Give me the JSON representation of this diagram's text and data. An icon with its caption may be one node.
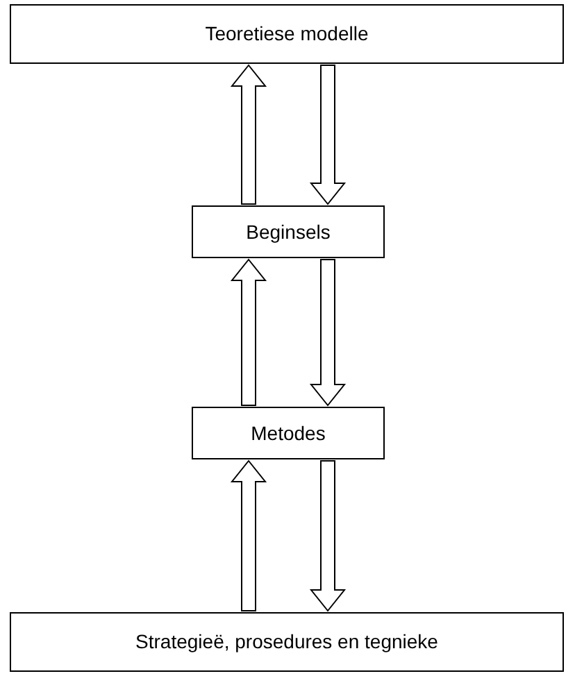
{
  "diagram": {
    "nodes": [
      {
        "text": [
          "Teoretiese modelle"
        ]
      },
      {
        "text": [
          "Beginsels"
        ]
      },
      {
        "text": [
          "Metodes"
        ]
      },
      {
        "text": [
          "Strategieë, prosedures en tegnieke"
        ]
      }
    ],
    "edges": [
      {
        "from": 1,
        "to": 0,
        "arrow": "to"
      },
      {
        "from": 0,
        "to": 1,
        "arrow": "to"
      },
      {
        "from": 2,
        "to": 1,
        "arrow": "to"
      },
      {
        "from": 1,
        "to": 2,
        "arrow": "to"
      },
      {
        "from": 3,
        "to": 2,
        "arrow": "to"
      },
      {
        "from": 2,
        "to": 3,
        "arrow": "to"
      }
    ]
  }
}
